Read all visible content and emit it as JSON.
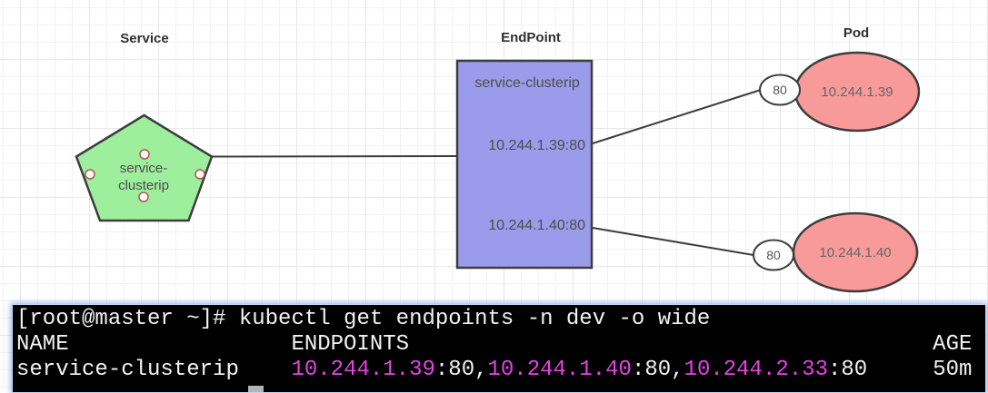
{
  "colors": {
    "grid_minor": "#f2f2f5",
    "grid_major": "#e7e7ec",
    "service_fill": "#9dee9d",
    "endpoint_fill": "#9b9bec",
    "pod_fill": "#f89a9a",
    "shape_stroke": "#3d3d3d",
    "node_text": "#4c4c4c",
    "label_text": "#303030",
    "anchor_stroke": "#b85450",
    "term_bg": "#000000",
    "term_fg": "#f2f2f2",
    "term_ip": "#e444e4",
    "term_cursor": "#b3b3b3"
  },
  "diagram": {
    "service_label": "Service",
    "endpoint_label": "EndPoint",
    "pod_label": "Pod",
    "service_node": {
      "line1": "service-",
      "line2": "clusterip"
    },
    "endpoint_node": {
      "title": "service-clusterip",
      "row1": "10.244.1.39:80",
      "row2": "10.244.1.40:80"
    },
    "pod1": {
      "port": "80",
      "ip": "10.244.1.39"
    },
    "pod2": {
      "port": "80",
      "ip": "10.244.1.40"
    }
  },
  "terminal": {
    "prompt_line": "[root@master ~]# kubectl get endpoints -n dev -o wide",
    "header_line": "NAME                 ENDPOINTS                                        AGE",
    "row": {
      "name_padded": "service-clusterip    ",
      "ip1": "10.244.1.39",
      "sep1": ":80,",
      "ip2": "10.244.1.40",
      "sep2": ":80,",
      "ip3": "10.244.2.33",
      "sep3": ":80",
      "age_padded": "     50m"
    }
  }
}
